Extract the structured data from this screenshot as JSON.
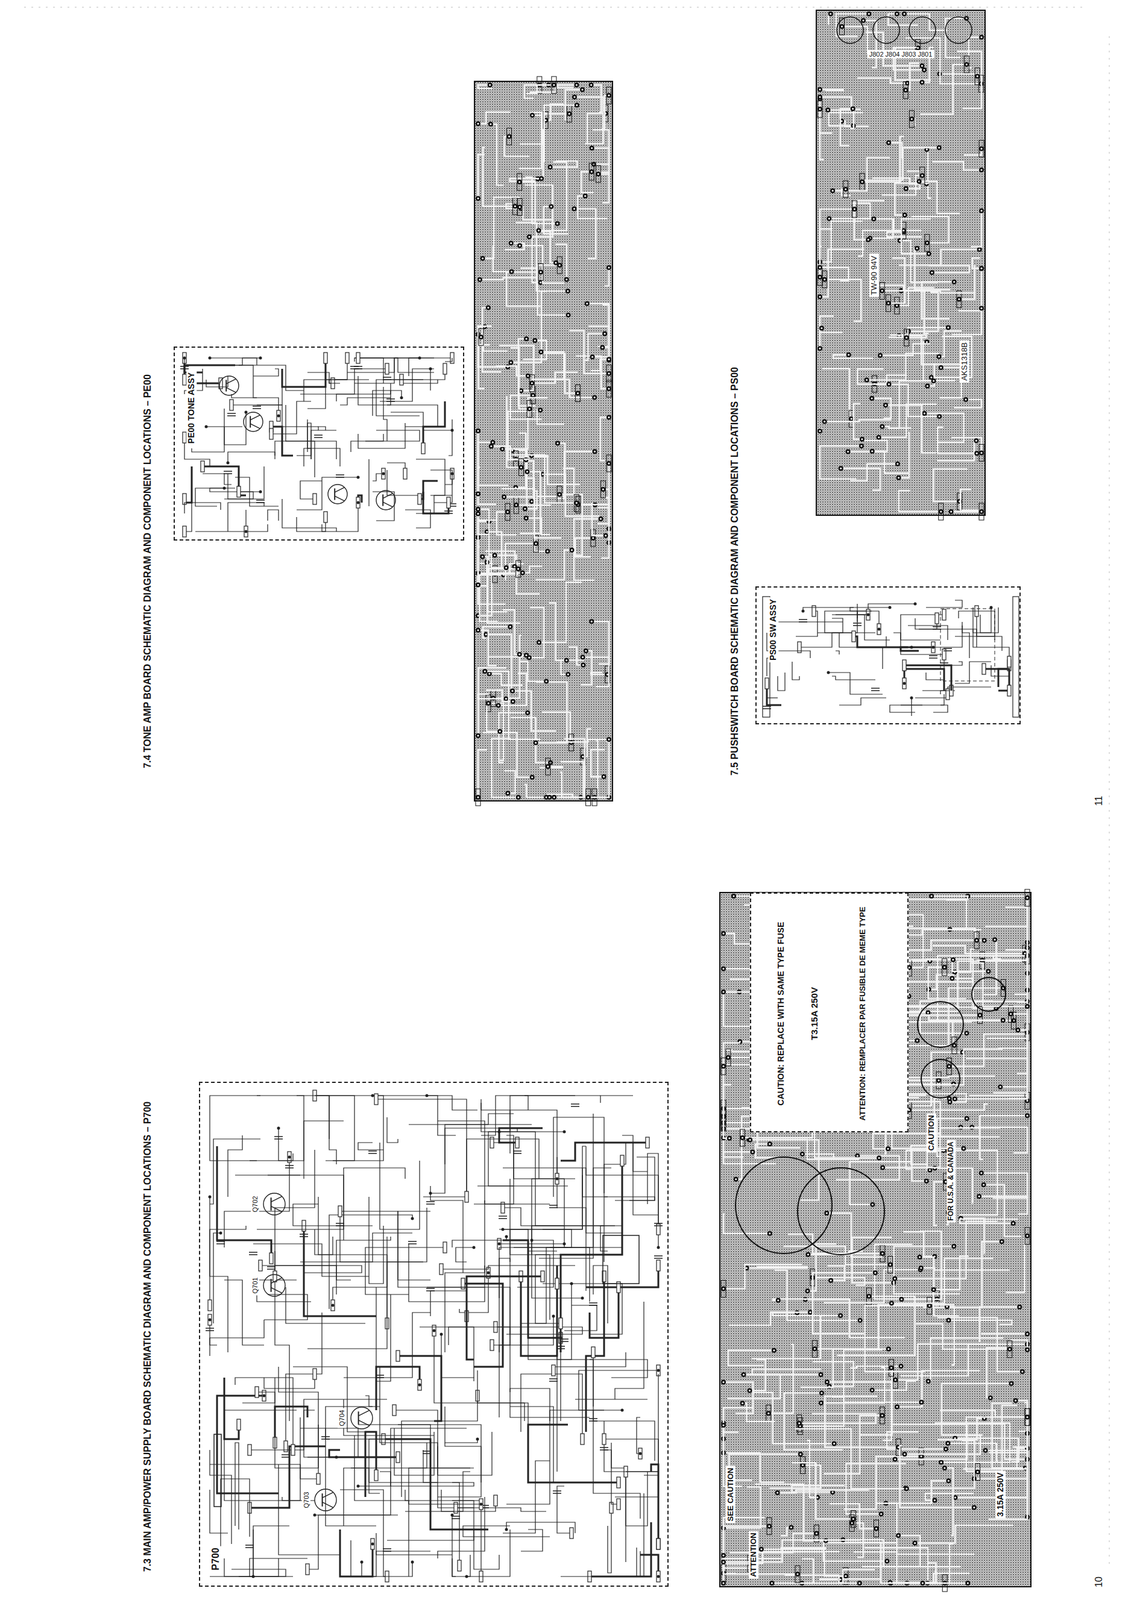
{
  "diagram": {
    "nodes": [
      {
        "text": [
          "P700"
        ]
      },
      {
        "text": [
          "PE00 TONE ASSY"
        ]
      },
      {
        "text": [
          "PS00 SW ASSY"
        ]
      },
      {
        "text": [
          "CAUTION: REPLACE WITH SAME TYPE FUSE",
          "T3.15A 250V",
          "ATTENTION: REMPLACER PAR FUSIBLE DE MEME TYPE"
        ]
      }
    ],
    "labels": [
      "7.3 MAIN AMP/POWER SUPPLY BOARD SCHEMATIC DIAGRAM AND COMPONENT LOCATIONS – P700",
      "7.4 TONE AMP BOARD SCHEMATIC DIAGRAM AND COMPONENT LOCATIONS – PE00",
      "7.5 PUSHSWITCH BOARD SCHEMATIC DIAGRAM AND COMPONENT LOCATIONS – PS00",
      "10",
      "11",
      "Q701",
      "Q702",
      "Q703",
      "Q704",
      "SEE CAUTION",
      "ATTENTION",
      "CAUTION",
      "FOR U.S.A. & CANADA",
      "3.15A 250V",
      "AKS1318B",
      "TW-90 94V",
      "J802 J804 J803 J801"
    ]
  }
}
